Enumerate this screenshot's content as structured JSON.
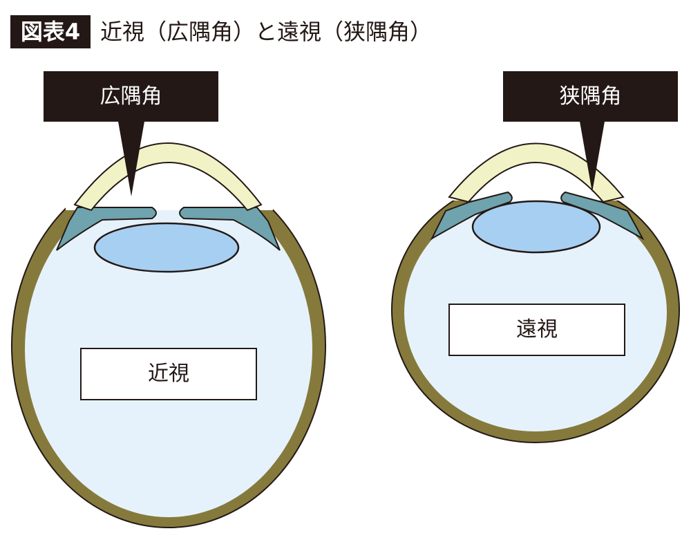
{
  "title": {
    "badge": "図表4",
    "text": "近視（広隅角）と遠視（狭隅角）"
  },
  "left_eye": {
    "callout": "広隅角",
    "label": "近視"
  },
  "right_eye": {
    "callout": "狭隅角",
    "label": "遠視"
  },
  "colors": {
    "sclera": "#857a3c",
    "cornea": "#f1f2c6",
    "iris": "#6fa3ad",
    "lens": "#a7cff2",
    "vitreous": "#e6f2fb",
    "ink": "#231815"
  }
}
